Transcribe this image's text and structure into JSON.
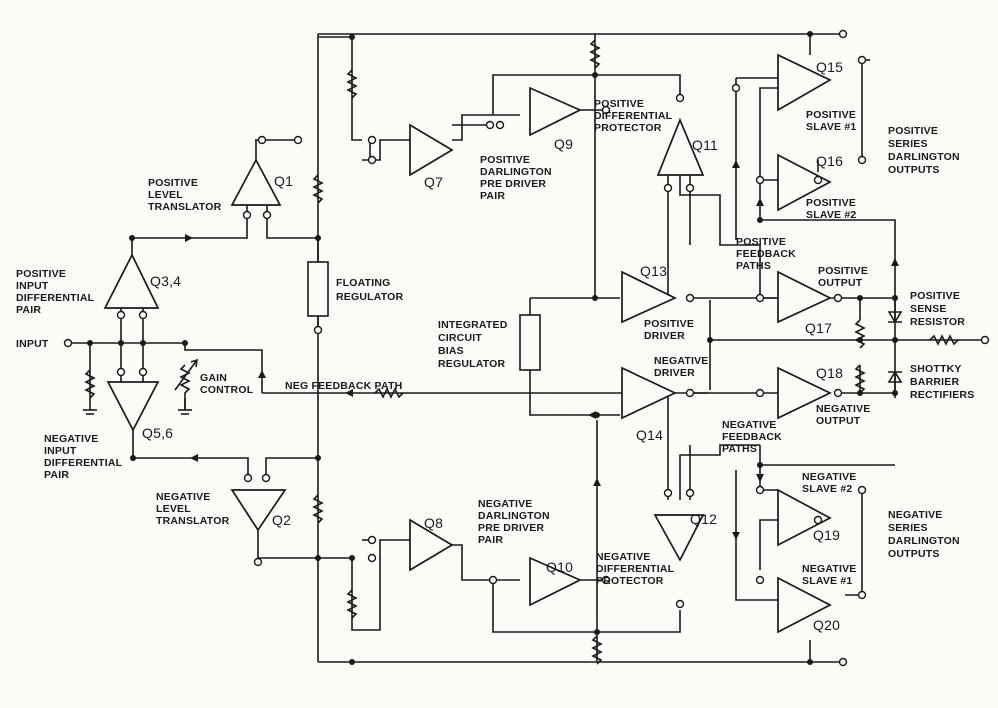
{
  "labels": {
    "positive_level_translator": [
      "POSITIVE",
      "LEVEL",
      "TRANSLATOR"
    ],
    "positive_input_differential_pair": [
      "POSITIVE",
      "INPUT",
      "DIFFERENTIAL",
      "PAIR"
    ],
    "input": "INPUT",
    "gain_control": [
      "GAIN",
      "CONTROL"
    ],
    "negative_input_differential_pair": [
      "NEGATIVE",
      "INPUT",
      "DIFFERENTIAL",
      "PAIR"
    ],
    "negative_level_translator": [
      "NEGATIVE",
      "LEVEL",
      "TRANSLATOR"
    ],
    "floating_regulator": [
      "FLOATING",
      "REGULATOR"
    ],
    "neg_feedback_path": "NEG FEEDBACK PATH",
    "positive_darlington_pre_driver_pair": [
      "POSITIVE",
      "DARLINGTON",
      "PRE DRIVER",
      "PAIR"
    ],
    "negative_darlington_pre_driver_pair": [
      "NEGATIVE",
      "DARLINGTON",
      "PRE DRIVER",
      "PAIR"
    ],
    "positive_differential_protector": [
      "POSITIVE",
      "DIFFERENTIAL",
      "PROTECTOR"
    ],
    "negative_differential_protector": [
      "NEGATIVE",
      "DIFFERENTIAL",
      "PROTECTOR"
    ],
    "integrated_circuit_bias_regulator": [
      "INTEGRATED",
      "CIRCUIT",
      "BIAS",
      "REGULATOR"
    ],
    "positive_driver": [
      "POSITIVE",
      "DRIVER"
    ],
    "negative_driver": [
      "NEGATIVE",
      "DRIVER"
    ],
    "positive_feedback_paths": [
      "POSITIVE",
      "FEEDBACK",
      "PATHS"
    ],
    "negative_feedback_paths": [
      "NEGATIVE",
      "FEEDBACK",
      "PATHS"
    ],
    "positive_slave_1": [
      "POSITIVE",
      "SLAVE #1"
    ],
    "positive_slave_2": [
      "POSITIVE",
      "SLAVE #2"
    ],
    "negative_slave_2": [
      "NEGATIVE",
      "SLAVE #2"
    ],
    "negative_slave_1": [
      "NEGATIVE",
      "SLAVE #1"
    ],
    "positive_output": [
      "POSITIVE",
      "OUTPUT"
    ],
    "negative_output": [
      "NEGATIVE",
      "OUTPUT"
    ],
    "positive_series_darlington_outputs": [
      "POSITIVE",
      "SERIES",
      "DARLINGTON",
      "OUTPUTS"
    ],
    "negative_series_darlington_outputs": [
      "NEGATIVE",
      "SERIES",
      "DARLINGTON",
      "OUTPUTS"
    ],
    "positive_sense_resistor": [
      "POSITIVE",
      "SENSE",
      "RESISTOR"
    ],
    "schottky_barrier_rectifiers": [
      "SHOTTKY",
      "BARRIER",
      "RECTIFIERS"
    ]
  },
  "refs": {
    "q1": "Q1",
    "q2": "Q2",
    "q3_4": "Q3,4",
    "q5_6": "Q5,6",
    "q7": "Q7",
    "q8": "Q8",
    "q9": "Q9",
    "q10": "Q10",
    "q11": "Q11",
    "q12": "Q12",
    "q13": "Q13",
    "q14": "Q14",
    "q15": "Q15",
    "q16": "Q16",
    "q17": "Q17",
    "q18": "Q18",
    "q19": "Q19",
    "q20": "Q20"
  }
}
